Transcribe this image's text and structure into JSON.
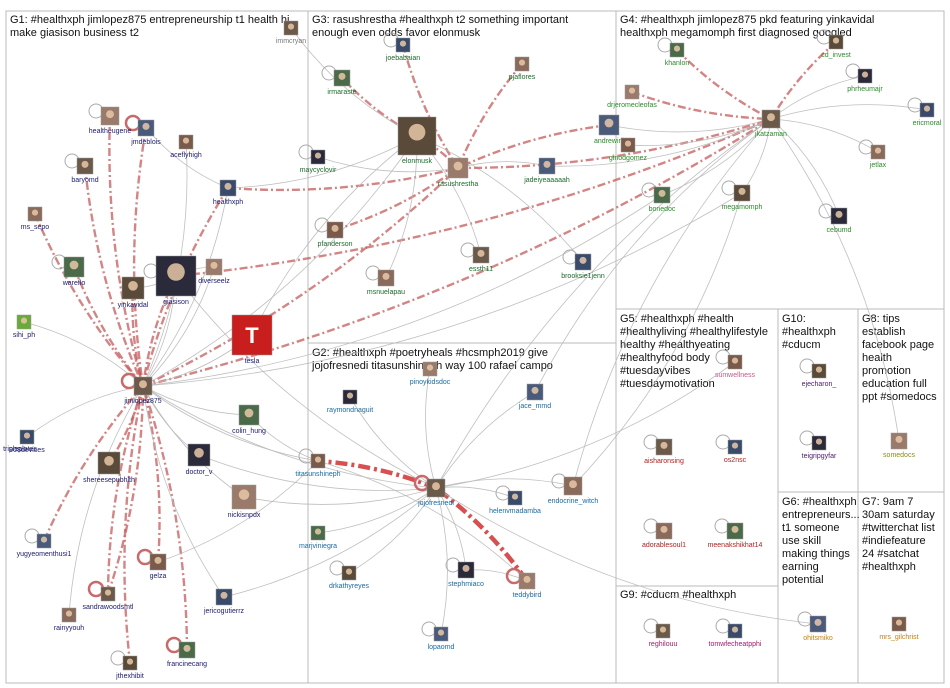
{
  "groups": [
    {
      "id": "G1",
      "title_lines": [
        "G1: #healthxph jimlopez875 entrepreneurship t1 health hi",
        "make giasison business t2"
      ]
    },
    {
      "id": "G3",
      "title_lines": [
        "G3: rasushrestha #healthxph t2 something important",
        "enough even odds favor elonmusk"
      ]
    },
    {
      "id": "G4",
      "title_lines": [
        "G4: #healthxph jimlopez875 pkd featuring yinkavidal",
        "healthxph megamomph first diagnosed googled"
      ]
    },
    {
      "id": "G2",
      "title_lines": [
        "G2: #healthxph #poetryheals #hcsmph2019 give",
        "jojofresnedi titasunshineph way 100 rafael campo"
      ]
    },
    {
      "id": "G5",
      "title_lines": [
        "G5: #healthxph #health",
        "#healthyliving #healthylifestyle",
        "healthy #healthyeating",
        "#healthyfood body",
        "#tuesdayvibes",
        "#tuesdaymotivation"
      ]
    },
    {
      "id": "G10",
      "title_lines": [
        "G10:",
        "#healthxph",
        "#cducm"
      ]
    },
    {
      "id": "G8",
      "title_lines": [
        "G8: tips",
        "establish",
        "facebook page",
        "health",
        "promotion",
        "education full",
        "ppt #somedocs"
      ]
    },
    {
      "id": "G6",
      "title_lines": [
        "G6: #healthxph",
        "entrepreneurs...",
        "t1 someone",
        "use skill",
        "making things",
        "earning",
        "potential"
      ]
    },
    {
      "id": "G7",
      "title_lines": [
        "G7: 9am 7",
        "30am saturday",
        "#twitterchat list",
        "#indiefeature",
        "24 #satchat",
        "#healthxph"
      ]
    },
    {
      "id": "G9",
      "title_lines": [
        "G9: #cducm #healthxph"
      ]
    }
  ],
  "nodes": [
    {
      "id": "immcryan",
      "label": "immcryan",
      "color": "#777777"
    },
    {
      "id": "joebabaian",
      "label": "joebabaian",
      "color": "#1a6a2a"
    },
    {
      "id": "pjaflores",
      "label": "pjaflores",
      "color": "#1a6a2a"
    },
    {
      "id": "irmaraste",
      "label": "irmaraste",
      "color": "#1a6a2a"
    },
    {
      "id": "elonmusk",
      "label": "elonmusk",
      "color": "#1a6a2a"
    },
    {
      "id": "maycyclovir",
      "label": "maycyclovir",
      "color": "#1a6a2a"
    },
    {
      "id": "rasushrestha",
      "label": "rasushrestha",
      "color": "#1a6a2a"
    },
    {
      "id": "jadeiyeaaaaah",
      "label": "jadeiyeaaaaah",
      "color": "#1a6a2a"
    },
    {
      "id": "pfanderson",
      "label": "pfanderson",
      "color": "#1a6a2a"
    },
    {
      "id": "essth11",
      "label": "essth11",
      "color": "#1a6a2a"
    },
    {
      "id": "brooksie1jenn",
      "label": "brooksie1jenn",
      "color": "#1a6a2a"
    },
    {
      "id": "msnuelapau",
      "label": "msnuelapau",
      "color": "#1a6a2a"
    },
    {
      "id": "khanlon",
      "label": "khanlon",
      "color": "#2a8a2a"
    },
    {
      "id": "cd_invest",
      "label": "cd_invest",
      "color": "#2a8a2a"
    },
    {
      "id": "phrheumajr",
      "label": "phrheumajr",
      "color": "#2a8a2a"
    },
    {
      "id": "drjeromecleofas",
      "label": "drjeromecleofas",
      "color": "#2a8a2a"
    },
    {
      "id": "andrewinj",
      "label": "andrewinj",
      "color": "#2a8a2a"
    },
    {
      "id": "ginodgomez",
      "label": "ginodgomez",
      "color": "#2a8a2a"
    },
    {
      "id": "jkatzaman",
      "label": "jkatzaman",
      "color": "#2a8a2a"
    },
    {
      "id": "ericmoral",
      "label": "ericmoral",
      "color": "#2a8a2a"
    },
    {
      "id": "jetlax",
      "label": "jetlax",
      "color": "#2a8a2a"
    },
    {
      "id": "bonedoc",
      "label": "bonedoc",
      "color": "#2a8a2a"
    },
    {
      "id": "megamomph",
      "label": "megamomph",
      "color": "#2a8a2a"
    },
    {
      "id": "cebumd",
      "label": "cebumd",
      "color": "#2a8a2a"
    },
    {
      "id": "healtheugene",
      "label": "healtheugene",
      "color": "#1a1a6a"
    },
    {
      "id": "jmdeblois",
      "label": "jmdeblois",
      "color": "#1a1a6a"
    },
    {
      "id": "aceflyhigh",
      "label": "aceflyhigh",
      "color": "#1a1a6a"
    },
    {
      "id": "baryomd",
      "label": "baryomd",
      "color": "#1a1a6a"
    },
    {
      "id": "healthxph",
      "label": "healthxph",
      "color": "#1a1a6a"
    },
    {
      "id": "ms_sepo",
      "label": "ms_sepo",
      "color": "#1a1a6a"
    },
    {
      "id": "wareflo",
      "label": "wareflo",
      "color": "#1a1a6a"
    },
    {
      "id": "yinkavidal",
      "label": "yinkavidal",
      "color": "#1a1a6a"
    },
    {
      "id": "giasison",
      "label": "giasison",
      "color": "#1a1a6a"
    },
    {
      "id": "diverseelz",
      "label": "diverseelz",
      "color": "#1a1a6a"
    },
    {
      "id": "sihi_ph",
      "label": "sihi_ph",
      "color": "#1a1a6a"
    },
    {
      "id": "tesla",
      "label": "tesla",
      "color": "#1a1a6a"
    },
    {
      "id": "jimlopez875",
      "label": "jimlopez875",
      "color": "#1a1a6a"
    },
    {
      "id": "908devices",
      "label": "908devices",
      "color": "#1a1a6a"
    },
    {
      "id": "tripleplates",
      "label": "tripleplates",
      "color": "#1a1a6a"
    },
    {
      "id": "colin_hung",
      "label": "colin_hung",
      "color": "#1a1a6a"
    },
    {
      "id": "shereesepubhlth",
      "label": "shereesepubhlth",
      "color": "#1a1a6a"
    },
    {
      "id": "doctor_v",
      "label": "doctor_v",
      "color": "#1a1a6a"
    },
    {
      "id": "nickisnpdx",
      "label": "nickisnpdx",
      "color": "#1a1a6a"
    },
    {
      "id": "yugyeomenthusi1",
      "label": "yugyeomenthusi1",
      "color": "#1a1a6a"
    },
    {
      "id": "gelza",
      "label": "gelza",
      "color": "#1a1a6a"
    },
    {
      "id": "sandrawoodsmtl",
      "label": "sandrawoodsmtl",
      "color": "#1a1a6a"
    },
    {
      "id": "jericogutierrz",
      "label": "jericogutierrz",
      "color": "#1a1a6a"
    },
    {
      "id": "rainyyouh",
      "label": "rainyyouh",
      "color": "#1a1a6a"
    },
    {
      "id": "francinecang",
      "label": "francinecang",
      "color": "#1a1a6a"
    },
    {
      "id": "jthexhibit",
      "label": "jthexhibit",
      "color": "#1a1a6a"
    },
    {
      "id": "raymondnaguit",
      "label": "raymondnaguit",
      "color": "#1a6aa0"
    },
    {
      "id": "pinoykidsdoc",
      "label": "pinoykidsdoc",
      "color": "#1a6aa0"
    },
    {
      "id": "jace_mmd",
      "label": "jace_mmd",
      "color": "#1a6aa0"
    },
    {
      "id": "titasunshineph",
      "label": "titasunshineph",
      "color": "#1a6aa0"
    },
    {
      "id": "jojofresnedi",
      "label": "jojofresnedi",
      "color": "#1a6aa0"
    },
    {
      "id": "helenvmadamba",
      "label": "helenvmadamba",
      "color": "#1a6aa0"
    },
    {
      "id": "endocrine_witch",
      "label": "endocrine_witch",
      "color": "#1a6aa0"
    },
    {
      "id": "marjviniegra",
      "label": "marjviniegra",
      "color": "#1a6aa0"
    },
    {
      "id": "drkathyreyes",
      "label": "drkathyreyes",
      "color": "#1a6aa0"
    },
    {
      "id": "stephmiaco",
      "label": "stephmiaco",
      "color": "#1a6aa0"
    },
    {
      "id": "teddybird",
      "label": "teddybird",
      "color": "#1a6aa0"
    },
    {
      "id": "lopaomd",
      "label": "lopaomd",
      "color": "#1a6aa0"
    },
    {
      "id": "sumwellness",
      "label": "sumwellness",
      "color": "#c05a8a"
    },
    {
      "id": "aisharonsing",
      "label": "aisharonsing",
      "color": "#b02020"
    },
    {
      "id": "os2nsc",
      "label": "os2nsc",
      "color": "#b02020"
    },
    {
      "id": "adorablesoul1",
      "label": "adorablesoul1",
      "color": "#b02020"
    },
    {
      "id": "meenakshikhat14",
      "label": "meenakshikhat14",
      "color": "#b02020"
    },
    {
      "id": "ejecharon_",
      "label": "ejecharon_",
      "color": "#4a1a6a"
    },
    {
      "id": "teigripgyfar",
      "label": "teigripgyfar",
      "color": "#4a1a6a"
    },
    {
      "id": "somedocs",
      "label": "somedocs",
      "color": "#8a8a1a"
    },
    {
      "id": "ohitsmiko",
      "label": "ohitsmiko",
      "color": "#c08010"
    },
    {
      "id": "mrs_gilchrist",
      "label": "mrs_gilchrist",
      "color": "#c08010"
    },
    {
      "id": "reghilouu",
      "label": "reghilouu",
      "color": "#a01a6a"
    },
    {
      "id": "tomwfecheatpphi",
      "label": "tomwfecheatpphi",
      "color": "#a01a6a"
    }
  ]
}
